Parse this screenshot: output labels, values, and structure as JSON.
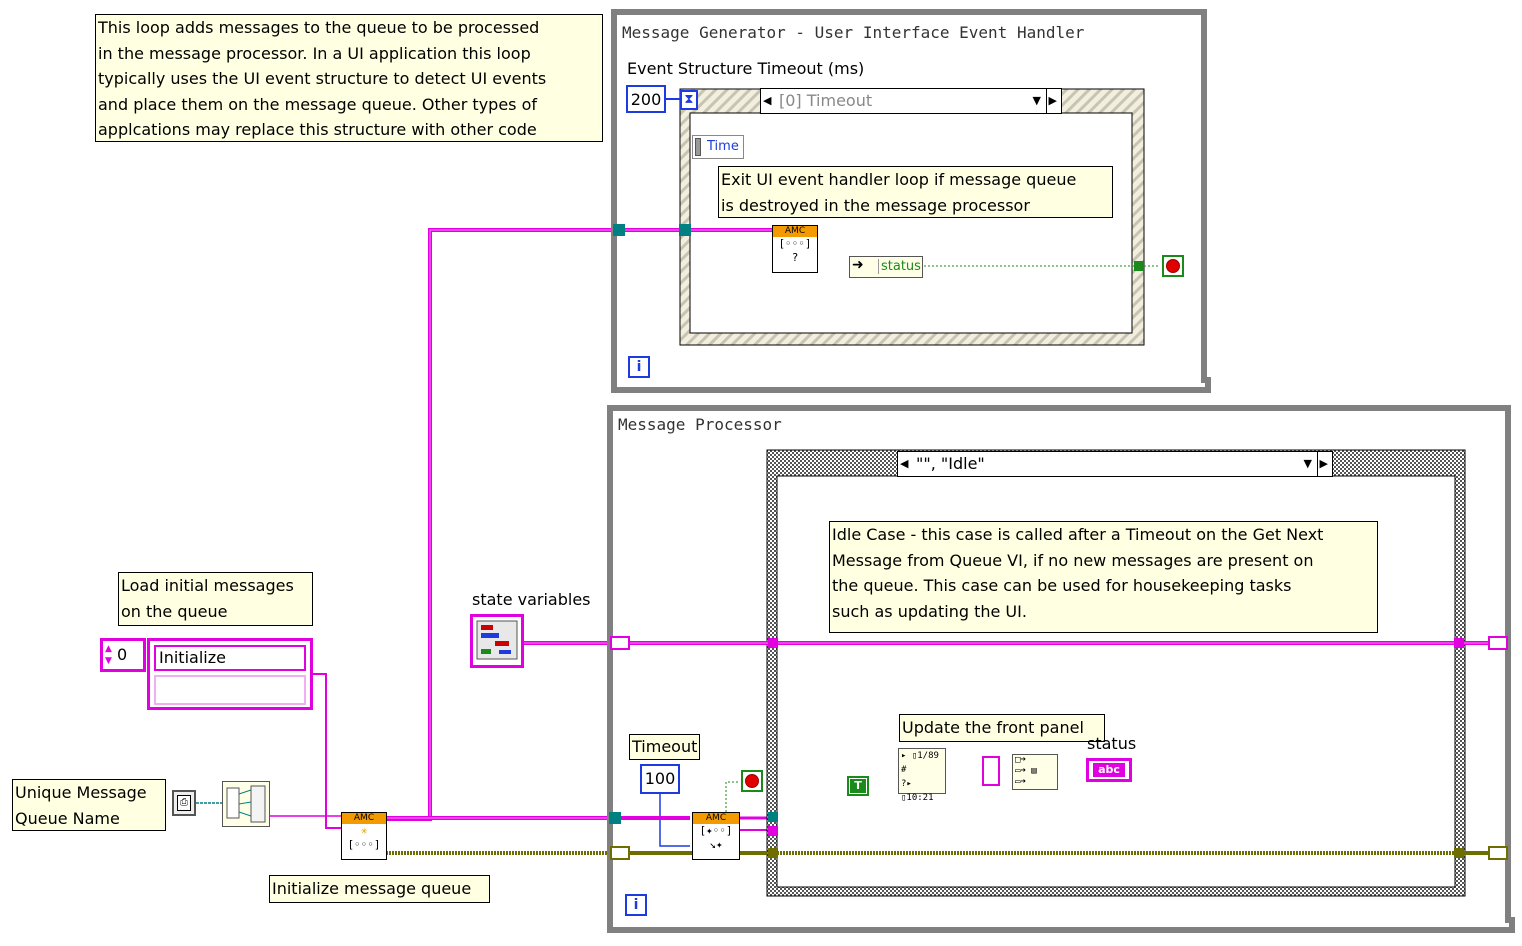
{
  "notes": {
    "generator_desc": "This loop adds messages to the queue to be processed\nin the message processor. In a UI application this loop\ntypically uses the UI event structure to detect UI events\nand place them on the message queue. Other types of\napplcations may replace this structure with other code",
    "exit_desc": "Exit UI event handler loop if message queue\nis destroyed in the message processor",
    "load_initial": "Load initial messages\non the queue",
    "unique_queue_name": "Unique Message\nQueue Name",
    "init_queue": "Initialize message queue",
    "idle_desc": "Idle Case - this case is called after a Timeout on the Get Next\nMessage from Queue VI, if no new messages are present on\nthe queue. This case can be used for housekeeping tasks\nsuch as updating the UI.",
    "update_front_panel": "Update the front panel"
  },
  "generator_loop": {
    "title": "Message Generator - User Interface Event Handler",
    "timeout_label": "Event Structure Timeout (ms)",
    "timeout_value": "200",
    "event_case": "[0] Timeout",
    "time_node": "Time",
    "status_label": "status"
  },
  "processor_loop": {
    "title": "Message Processor",
    "state_variables_label": "state variables",
    "case_selector": "\"\", \"Idle\"",
    "timeout_label": "Timeout",
    "timeout_value": "100",
    "status_label": "status",
    "status_indicator": "abc",
    "true_const": "T"
  },
  "initial_messages": {
    "index": "0",
    "items": [
      "Initialize",
      ""
    ]
  },
  "subvi_header": "AMC",
  "colors": {
    "string_wire": "#e000e0",
    "refnum_wire": "#008080",
    "error_wire": "#6d6d00",
    "bool_wire": "#1a8a1a",
    "numeric_wire": "#1d3be0",
    "loop_border": "#808080",
    "note_bg": "#ffffe1"
  }
}
